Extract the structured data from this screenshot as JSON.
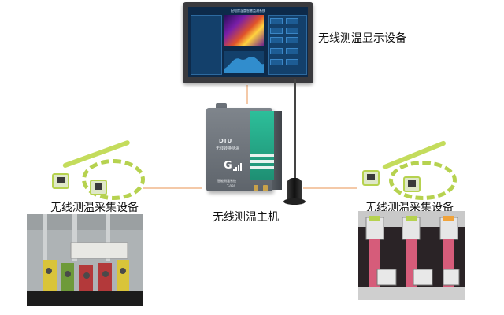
{
  "labels": {
    "display_device": "无线测温显示设备",
    "host": "无线测温主机",
    "collector_left": "无线测温采集设备",
    "collector_right": "无线测温采集设备"
  },
  "dtu": {
    "model": "DTU",
    "subtitle": "无线转换测温",
    "signal_glyph": "G",
    "brand": "智能测温系统",
    "panel_code": "T-030"
  },
  "screen": {
    "title": "配电房温度智慧监测系统"
  },
  "colors": {
    "connector": "#f4c9a8",
    "dtu_accent": "#2dbf9a",
    "sensor_green": "#b6d24f",
    "screen_bg": "#0d2a4a"
  }
}
